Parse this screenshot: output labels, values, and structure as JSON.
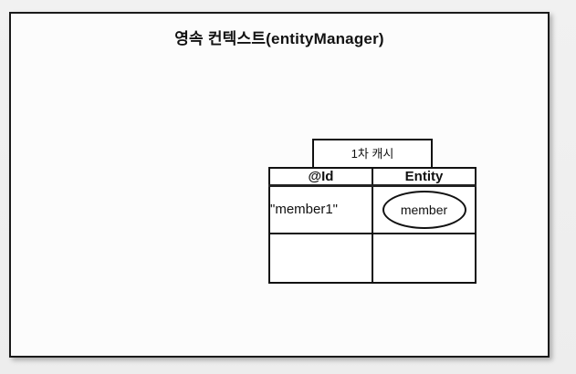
{
  "diagram": {
    "title": "영속 컨텍스트(entityManager)",
    "cache_label": "1차 캐시",
    "cache_table": {
      "headers": [
        "@Id",
        "Entity"
      ],
      "rows": [
        {
          "id": "\"member1\"",
          "entity": "member"
        },
        {
          "id": "",
          "entity": ""
        }
      ]
    }
  },
  "colors": {
    "page_background": "#efefef",
    "slide_background": "#fcfcfc",
    "line": "#111111"
  }
}
